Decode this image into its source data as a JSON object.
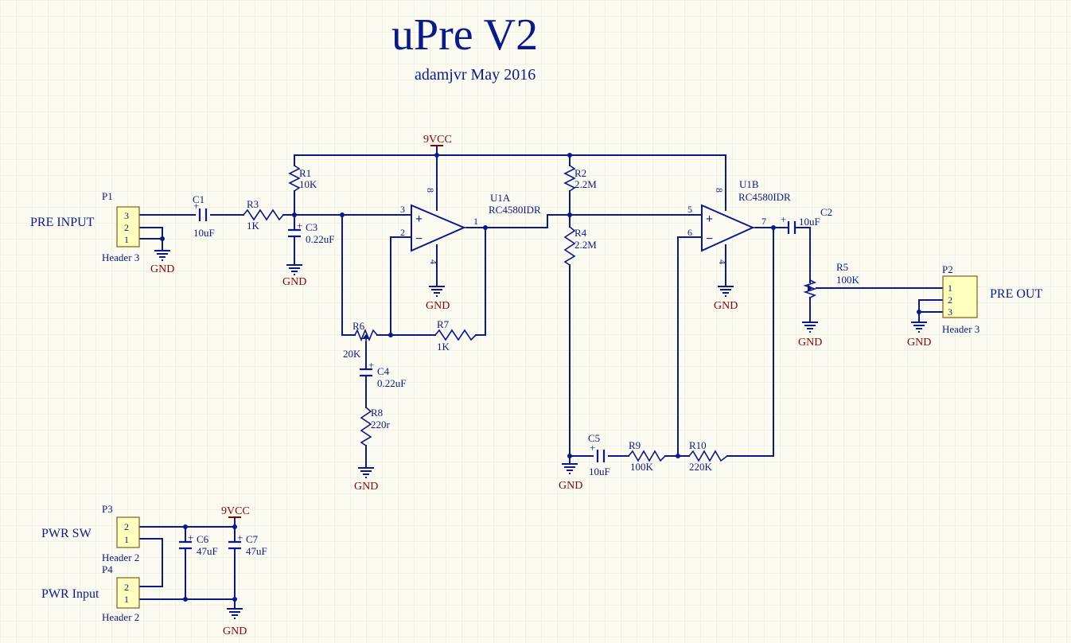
{
  "title": "uPre V2",
  "subtitle": "adamjvr May 2016",
  "nets": {
    "vcc": "9VCC",
    "gnd": "GND"
  },
  "connectors": {
    "p1": {
      "ref": "P1",
      "type": "Header 3",
      "label": "PRE INPUT",
      "pins": [
        "3",
        "2",
        "1"
      ]
    },
    "p2": {
      "ref": "P2",
      "type": "Header 3",
      "label": "PRE OUT",
      "pins": [
        "1",
        "2",
        "3"
      ]
    },
    "p3": {
      "ref": "P3",
      "type": "Header 2",
      "label": "PWR SW",
      "pins": [
        "2",
        "1"
      ]
    },
    "p4": {
      "ref": "P4",
      "type": "Header 2",
      "label": "PWR Input",
      "pins": [
        "2",
        "1"
      ]
    }
  },
  "components": {
    "c1": {
      "ref": "C1",
      "value": "10uF"
    },
    "c2": {
      "ref": "C2",
      "value": "10uF"
    },
    "c3": {
      "ref": "C3",
      "value": "0.22uF"
    },
    "c4": {
      "ref": "C4",
      "value": "0.22uF"
    },
    "c5": {
      "ref": "C5",
      "value": "10uF"
    },
    "c6": {
      "ref": "C6",
      "value": "47uF"
    },
    "c7": {
      "ref": "C7",
      "value": "47uF"
    },
    "r1": {
      "ref": "R1",
      "value": "10K"
    },
    "r2": {
      "ref": "R2",
      "value": "2.2M"
    },
    "r3": {
      "ref": "R3",
      "value": "1K"
    },
    "r4": {
      "ref": "R4",
      "value": "2.2M"
    },
    "r5": {
      "ref": "R5",
      "value": "100K"
    },
    "r6": {
      "ref": "R6",
      "value": "20K"
    },
    "r7": {
      "ref": "R7",
      "value": "1K"
    },
    "r8": {
      "ref": "R8",
      "value": "220r"
    },
    "r9": {
      "ref": "R9",
      "value": "100K"
    },
    "r10": {
      "ref": "R10",
      "value": "220K"
    },
    "u1a": {
      "ref": "U1A",
      "part": "RC4580IDR",
      "pin_plus": "3",
      "pin_minus": "2",
      "pin_out": "1",
      "pin_vcc": "8",
      "pin_gnd": "4"
    },
    "u1b": {
      "ref": "U1B",
      "part": "RC4580IDR",
      "pin_plus": "5",
      "pin_minus": "6",
      "pin_out": "7",
      "pin_vcc": "8",
      "pin_gnd": "4"
    }
  },
  "symbols": {
    "plus": "+",
    "minus": "−",
    "cap_polarity": "+"
  }
}
